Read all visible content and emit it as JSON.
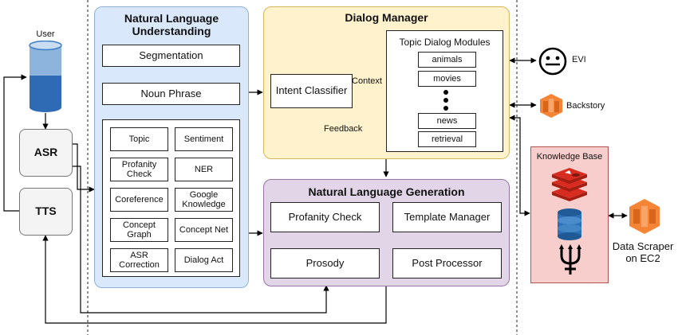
{
  "user_label": "User",
  "asr_label": "ASR",
  "tts_label": "TTS",
  "nlu": {
    "title": "Natural Language Understanding",
    "segmentation": "Segmentation",
    "noun_phrase": "Noun Phrase",
    "modules": [
      "Topic",
      "Sentiment",
      "Profanity Check",
      "NER",
      "Coreference",
      "Google Knowledge",
      "Concept Graph",
      "Concept Net",
      "ASR Correction",
      "Dialog Act"
    ]
  },
  "dm": {
    "title": "Dialog Manager",
    "intent_classifier": "Intent Classifier",
    "context_label": "Context",
    "feedback_label": "Feedback",
    "topic_modules_title": "Topic Dialog Modules",
    "topics": [
      "animals",
      "movies",
      "news",
      "retrieval"
    ]
  },
  "nlg": {
    "title": "Natural Language Generation",
    "modules": [
      "Profanity Check",
      "Template Manager",
      "Prosody",
      "Post Processor"
    ]
  },
  "evi_label": "EVI",
  "backstory_label": "Backstory",
  "kb_title": "Knowledge Base",
  "scraper_label": "Data Scraper on EC2",
  "colors": {
    "nlu_fill": "#dae8fc",
    "nlu_border": "#8fb0d8",
    "dm_fill": "#fff2cc",
    "dm_border": "#d6b656",
    "nlg_fill": "#e1d5e7",
    "nlg_border": "#9673a6",
    "kb_fill": "#f8cecc",
    "kb_border": "#b85450",
    "aws_orange": "#f58536",
    "redis_red": "#d82c20",
    "dynamo_blue": "#2d72b8"
  },
  "icons": [
    "database-icon",
    "smiley-icon",
    "aws-lambda-icon",
    "redis-icon",
    "dynamodb-icon",
    "trident-icon"
  ]
}
